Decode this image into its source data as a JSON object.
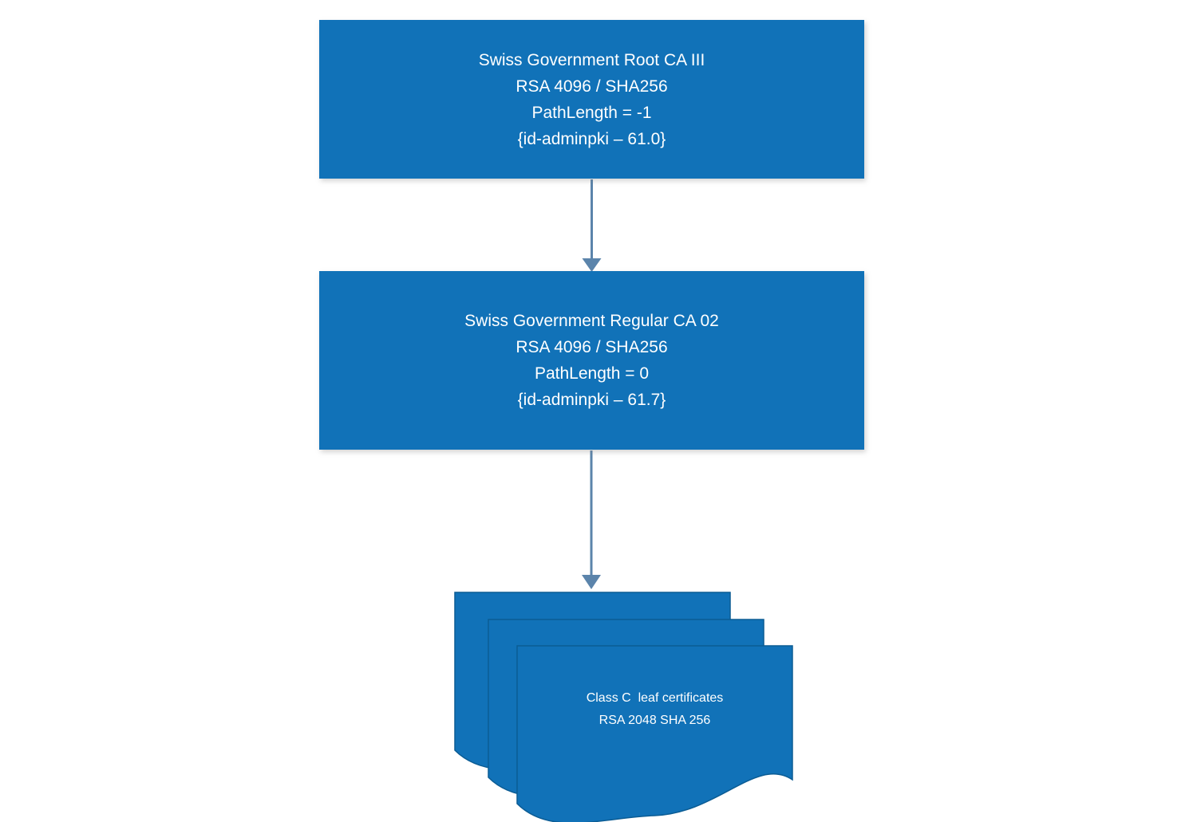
{
  "diagram": {
    "title": "Certificate hierarchy diagram",
    "colors": {
      "background": "#ffffff",
      "box_fill": "#1172b8",
      "doc_border": "#0b5c94",
      "arrow": "#5b84ab",
      "text": "#ffffff"
    },
    "root_ca": {
      "lines": [
        "Swiss Government Root CA III",
        "RSA 4096 / SHA256",
        "PathLength = -1",
        "{id-adminpki – 61.0}"
      ]
    },
    "regular_ca": {
      "lines": [
        "Swiss Government Regular CA 02",
        "RSA 4096 / SHA256",
        "PathLength = 0",
        "{id-adminpki – 61.7}"
      ]
    },
    "leaf_certificates": {
      "lines": [
        "Class C  leaf certificates",
        "RSA 2048 SHA 256"
      ]
    }
  }
}
